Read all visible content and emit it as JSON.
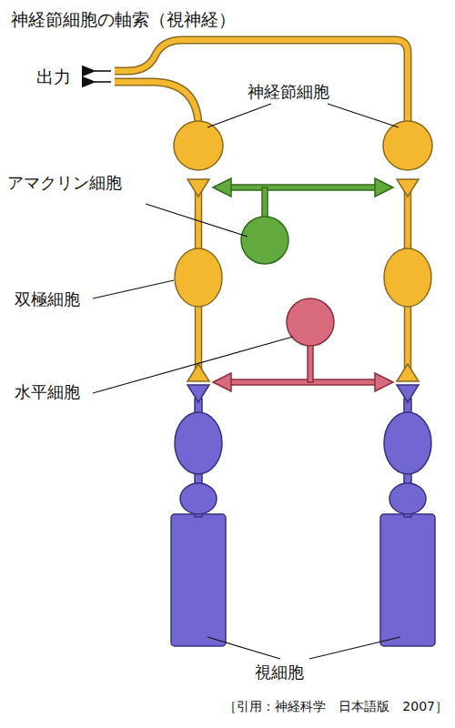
{
  "diagram": {
    "caption": "［引用：神経科学　日本語版　2007］",
    "labels": [
      "神経節細胞の軸索（視神経）",
      "出力",
      "神経節細胞",
      "アマクリン細胞",
      "双極細胞",
      "水平細胞",
      "視細胞"
    ]
  }
}
